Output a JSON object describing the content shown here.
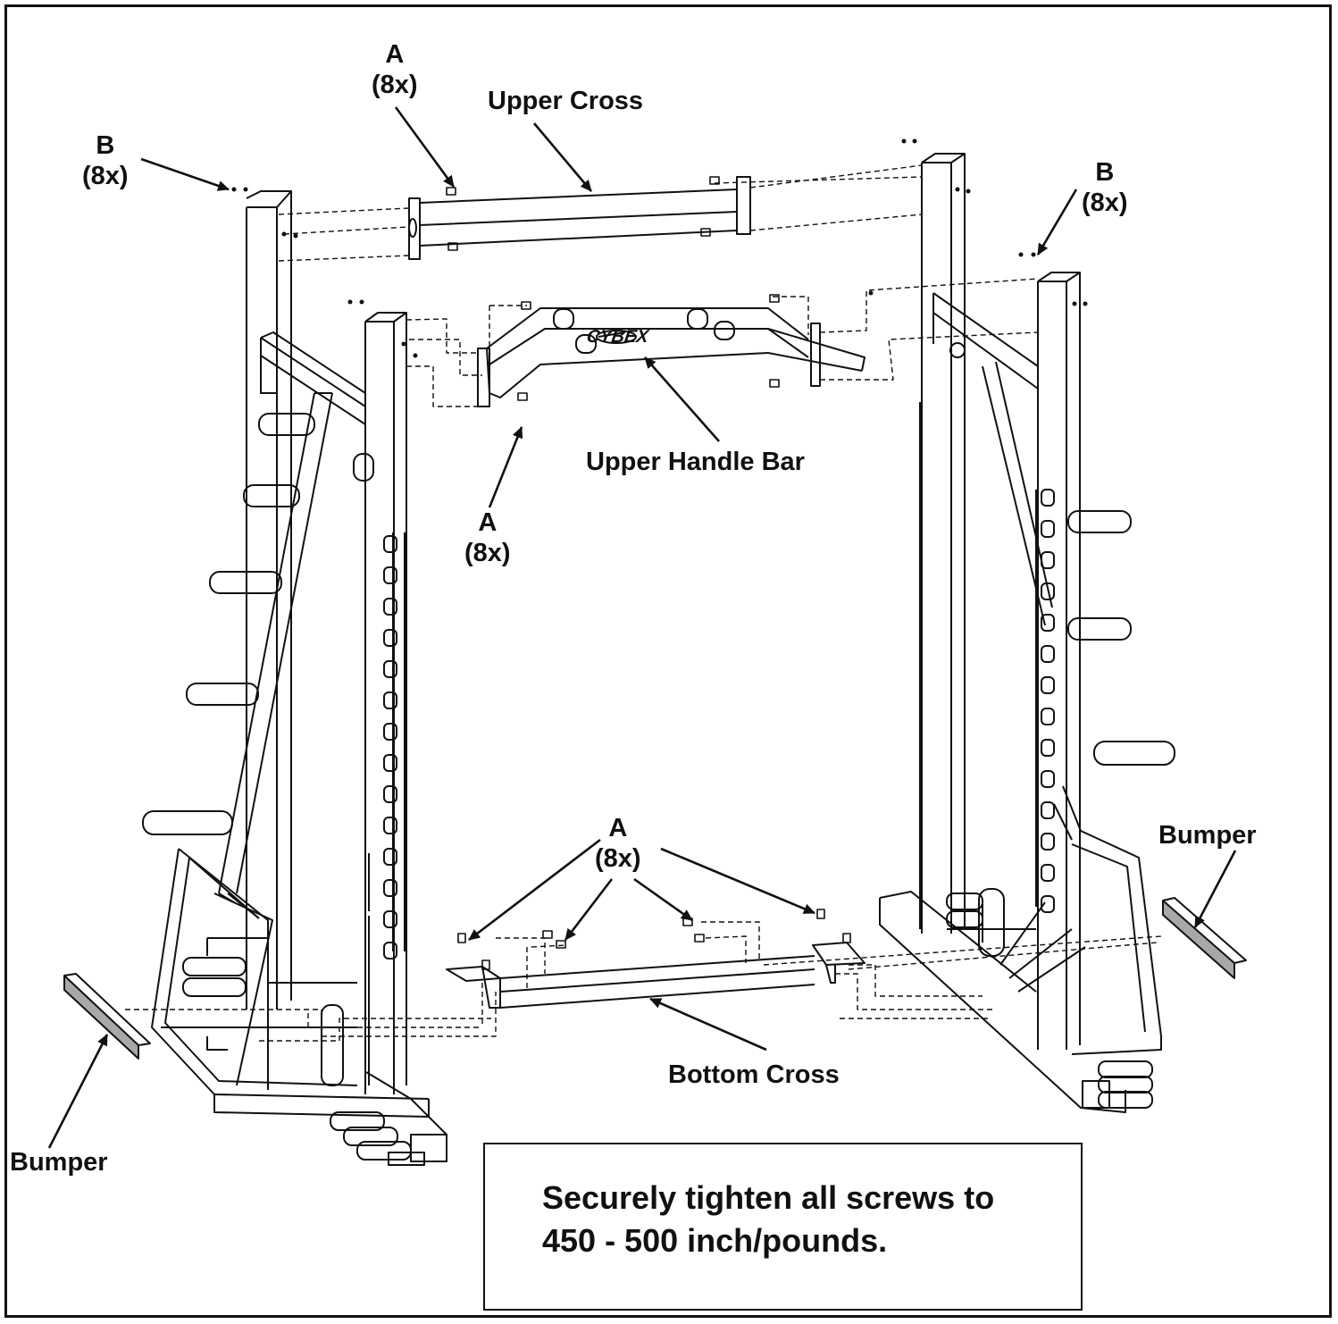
{
  "labels": {
    "a_top": {
      "letter": "A",
      "qty": "(8x)"
    },
    "a_middle": {
      "letter": "A",
      "qty": "(8x)"
    },
    "a_bottom": {
      "letter": "A",
      "qty": "(8x)"
    },
    "b_left": {
      "letter": "B",
      "qty": "(8x)"
    },
    "b_right": {
      "letter": "B",
      "qty": "(8x)"
    },
    "upper_cross": "Upper Cross",
    "upper_handle_bar": "Upper Handle Bar",
    "bottom_cross": "Bottom Cross",
    "bumper_left": "Bumper",
    "bumper_right": "Bumper"
  },
  "brand_logo": "CYBEX",
  "note": {
    "line1": "Securely tighten all screws to",
    "line2": "450 - 500 inch/pounds."
  },
  "colors": {
    "line": "#111111",
    "bumper": "#a8a8a8",
    "background": "#ffffff"
  }
}
